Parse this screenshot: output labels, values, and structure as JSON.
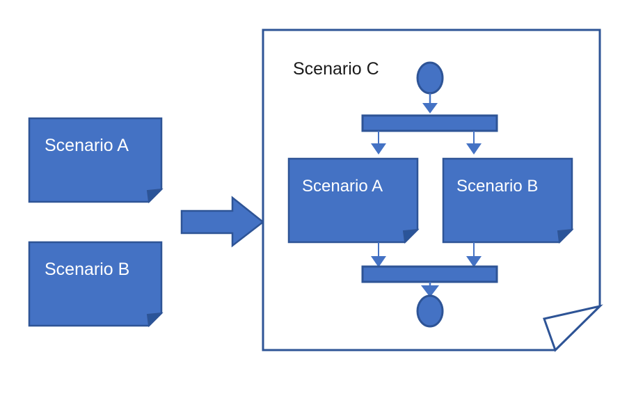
{
  "diagram": {
    "title_visible": false,
    "colors": {
      "fill": "#4472C4",
      "stroke": "#2E5496",
      "fold_shadow": "#2A5499",
      "background": "#FFFFFF",
      "text_on_fill": "#FFFFFF",
      "text_on_background": "#1A1A1A"
    },
    "left_column": {
      "name": "input-scenarios",
      "shapes": [
        {
          "id": "left-scenario-a",
          "kind": "document-box",
          "label": "Scenario A"
        },
        {
          "id": "left-scenario-b",
          "kind": "document-box",
          "label": "Scenario B"
        }
      ]
    },
    "transform_arrow": {
      "name": "composition-arrow",
      "kind": "block-arrow-right",
      "label": ""
    },
    "container": {
      "name": "scenario-c-container",
      "kind": "document-page",
      "label": "Scenario C",
      "activity": {
        "start_node": {
          "id": "start",
          "kind": "initial-node",
          "label": ""
        },
        "fork_bar": {
          "id": "fork",
          "kind": "fork-bar",
          "label": ""
        },
        "branches": [
          {
            "id": "inner-scenario-a",
            "kind": "document-box",
            "label": "Scenario A"
          },
          {
            "id": "inner-scenario-b",
            "kind": "document-box",
            "label": "Scenario B"
          }
        ],
        "join_bar": {
          "id": "join",
          "kind": "join-bar",
          "label": ""
        },
        "end_node": {
          "id": "end",
          "kind": "final-node",
          "label": ""
        },
        "edges": [
          {
            "from": "start",
            "to": "fork"
          },
          {
            "from": "fork",
            "to": "inner-scenario-a"
          },
          {
            "from": "fork",
            "to": "inner-scenario-b"
          },
          {
            "from": "inner-scenario-a",
            "to": "join"
          },
          {
            "from": "inner-scenario-b",
            "to": "join"
          },
          {
            "from": "join",
            "to": "end"
          }
        ]
      }
    }
  }
}
